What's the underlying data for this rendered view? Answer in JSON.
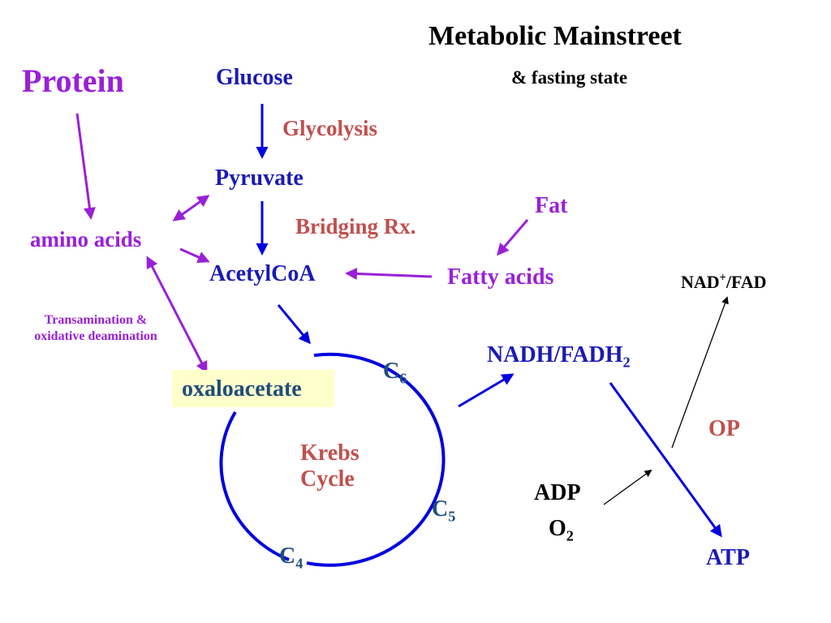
{
  "title": "Metabolic Mainstreet",
  "subtitle": "& fasting state",
  "nodes": {
    "protein": "Protein",
    "glucose": "Glucose",
    "glycolysis": "Glycolysis",
    "pyruvate": "Pyruvate",
    "bridging": "Bridging Rx.",
    "fat": "Fat",
    "amino_acids": "amino acids",
    "acetylcoa": "AcetylCoA",
    "fatty_acids": "Fatty acids",
    "transamination_line1": "Transamination &",
    "transamination_line2": "oxidative deamination",
    "oxaloacetate": "oxaloacetate",
    "krebs_line1": "Krebs",
    "krebs_line2": "Cycle",
    "c6": "C",
    "c6_sub": "6",
    "c5": "C",
    "c5_sub": "5",
    "c4": "C",
    "c4_sub": "4",
    "nadh": "NADH/FADH",
    "nadh_sub": "2",
    "nad_a": "NAD",
    "nad_sup": "+",
    "nad_b": "/FAD",
    "op": "OP",
    "adp": "ADP",
    "o2": "O",
    "o2_sub": "2",
    "atp": "ATP"
  },
  "colors": {
    "navy": "#1a1ab8",
    "purple": "#9a20d8",
    "red": "#c0504d",
    "cycle_blue": "#0000e0",
    "highlight": "#ffffcc"
  }
}
